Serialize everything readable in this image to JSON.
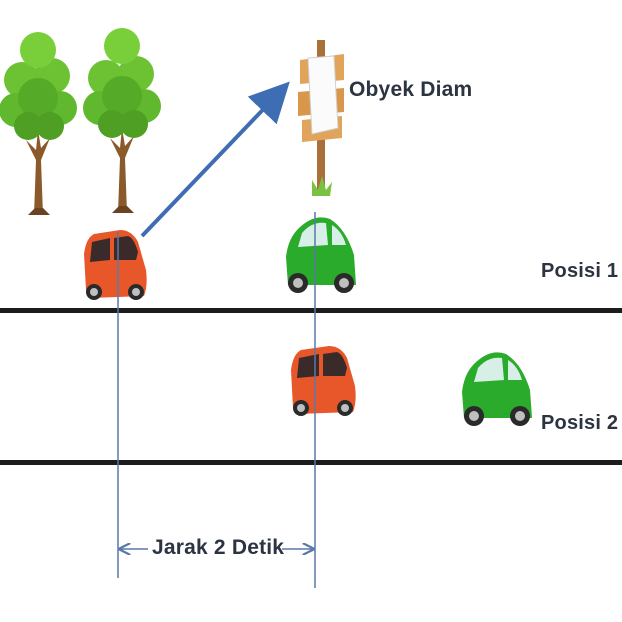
{
  "labels": {
    "stationary_object": "Obyek Diam",
    "position_1": "Posisi 1",
    "position_2": "Posisi 2",
    "distance": "Jarak 2 Detik"
  },
  "colors": {
    "road_line": "#1c1c1c",
    "guide_line": "#5a78a8",
    "arrow": "#3f6db3",
    "orange_car": "#e8572a",
    "green_car": "#2bab2b",
    "tree_leaves": "#5fb82e",
    "tree_trunk": "#8a5a2b",
    "sign_board": "#e0a45a",
    "label_text": "#2b3440"
  },
  "icons": [
    "tree-icon",
    "orange-car-icon",
    "green-car-icon",
    "signpost-icon"
  ]
}
